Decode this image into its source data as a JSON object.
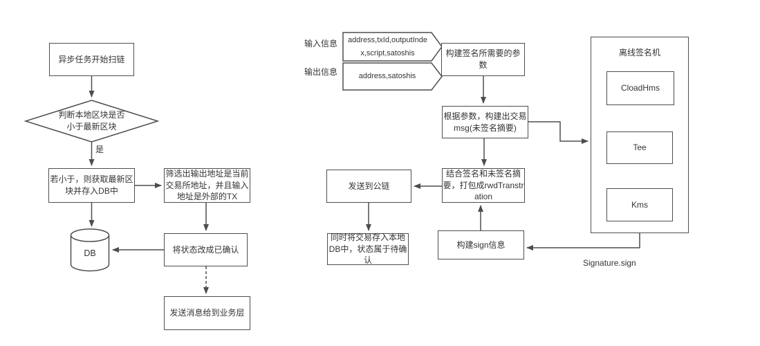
{
  "colors": {
    "background": "#ffffff",
    "stroke": "#4d4d4d",
    "text": "#333333"
  },
  "left_flow": {
    "start": "异步任务开始扫链",
    "decision": "判断本地区块是否\n小于最新区块",
    "yes_label": "是",
    "fetch_block": "若小于，则获取最新区块并存入DB中",
    "filter_tx": "筛选出输出地址是当前交易所地址，并且输入地址是外部的TX",
    "db": "DB",
    "set_confirmed": "将状态改成已确认",
    "notify": "发送消息给到业务层"
  },
  "right_flow": {
    "input_label": "输入信息",
    "input_fields": "address,txId,outputIndex,script,satoshis",
    "output_label": "输出信息",
    "output_fields": "address,satoshis",
    "build_params": "构建签名所需要的参数",
    "build_msg": "根据参数，构建出交易msg(未签名摘要)",
    "combine": "结合签名和未签名摘要，打包成rwdTranstration",
    "send_chain": "发送到公链",
    "store_db": "同时将交易存入本地DB中，状态属于待确认",
    "build_sign": "构建sign信息",
    "signature_label": "Signature.sign",
    "signer_title": "离线签名机",
    "signer_items": [
      "CloadHms",
      "Tee",
      "Kms"
    ]
  }
}
